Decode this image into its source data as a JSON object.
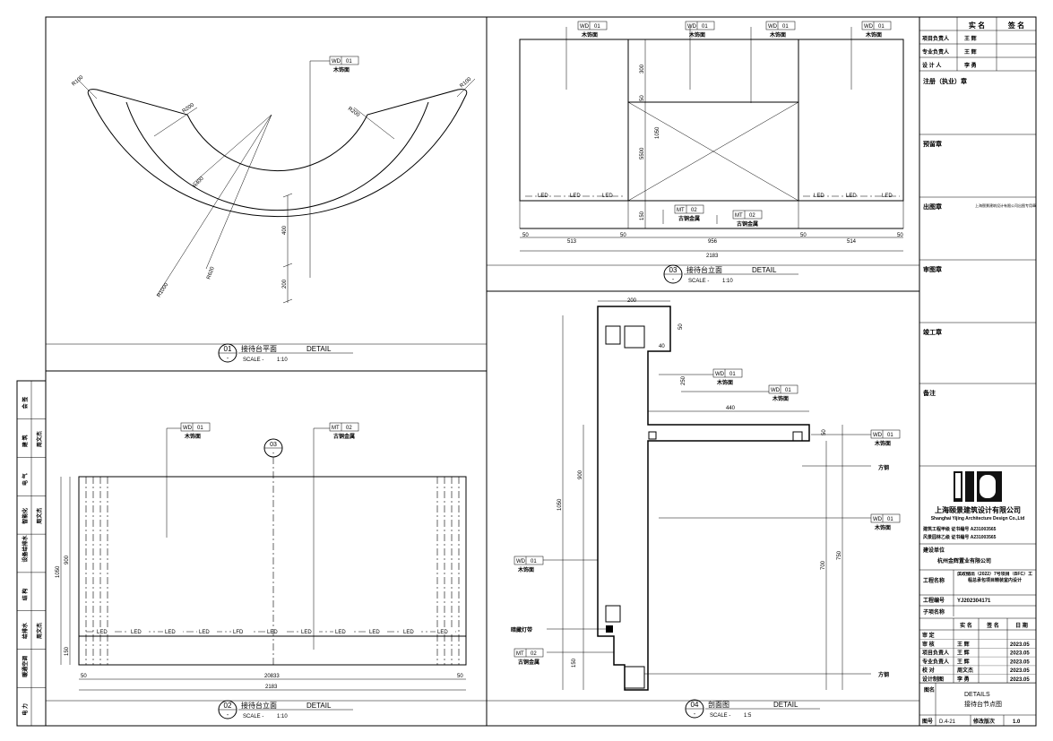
{
  "tags": {
    "wd": {
      "code": "WD",
      "num": "01",
      "label": "木饰面"
    },
    "mt": {
      "code": "MT",
      "num": "02",
      "label": "古铜金属"
    },
    "mt_alt_label": "古铜金属"
  },
  "plan": {
    "radii": [
      "R100",
      "R200",
      "R400",
      "R1000",
      "R200",
      "R100",
      "R620"
    ],
    "dims": [
      "400",
      "200"
    ]
  },
  "elev3": {
    "dims_v": [
      "300",
      "50",
      "5500",
      "1050",
      "150"
    ],
    "dims_h": [
      "50",
      "513",
      "50",
      "956",
      "50",
      "514",
      "50"
    ],
    "total": "2183",
    "led": "LED"
  },
  "elev2": {
    "dims_v": [
      "1050",
      "900",
      "150"
    ],
    "dims_h": [
      "50",
      "20833",
      "50"
    ],
    "total": "2183",
    "led": "LED",
    "led_alt": "LFD",
    "callout_num": "03",
    "callout_sub": "-"
  },
  "section": {
    "dims": [
      "200",
      "50",
      "40",
      "250",
      "440",
      "50",
      "900",
      "1050",
      "700",
      "750",
      "150"
    ],
    "notes": {
      "tube": "方钢",
      "strip": "暗藏灯带"
    }
  },
  "captions": [
    {
      "num": "01",
      "title": "接待台平面",
      "detail": "DETAIL",
      "scale_label": "SCALE -",
      "scale": "1:10",
      "sub": "-"
    },
    {
      "num": "02",
      "title": "接待台立面",
      "detail": "DETAIL",
      "scale_label": "SCALE -",
      "scale": "1:10",
      "sub": "-"
    },
    {
      "num": "03",
      "title": "接待台立面",
      "detail": "DETAIL",
      "scale_label": "SCALE -",
      "scale": "1:10",
      "sub": "-"
    },
    {
      "num": "04",
      "title": "剖面图",
      "detail": "DETAIL",
      "scale_label": "SCALE -",
      "scale": "1:5",
      "sub": "-"
    }
  ],
  "title_block": {
    "head": {
      "name": "实 名",
      "sign": "签 名"
    },
    "people": [
      {
        "role": "项目负责人",
        "name": "王 辉"
      },
      {
        "role": "专业负责人",
        "name": "王 辉"
      },
      {
        "role": "设 计 人",
        "name": "李 勇"
      }
    ],
    "seals": [
      "注册（执业）章",
      "预留章",
      "出图章",
      "审图章",
      "竣工章",
      "备注"
    ],
    "stamp_text": "上海颐景建筑设计有限公司出图专用章",
    "company_cn": "上海颐景建筑设计有限公司",
    "company_en": "Shanghai Yijing Architecture Design Co.,Ltd",
    "cert1": "建筑工程甲级  证书编号 A231003565",
    "cert2": "风景园林乙级  证书编号 A231003565",
    "client_label": "建设单位",
    "client": "杭州金辉置业有限公司",
    "project_label": "工程名称",
    "project": "滨政储出（2022）7号项目（BFC）工程总承包项目精装室内设计",
    "projno_label": "工程编号",
    "projno": "YJ202304171",
    "sub_label": "子项名称",
    "approvals_head": {
      "name": "实 名",
      "sign": "签 名",
      "date": "日 期"
    },
    "approvals": [
      {
        "role": "审 定",
        "name": "",
        "date": ""
      },
      {
        "role": "审 核",
        "name": "王 辉",
        "date": "2023.05"
      },
      {
        "role": "项目负责人",
        "name": "王 辉",
        "date": "2023.05"
      },
      {
        "role": "专业负责人",
        "name": "王 辉",
        "date": "2023.05"
      },
      {
        "role": "校 对",
        "name": "周文杰",
        "date": "2023.05"
      },
      {
        "role": "设计制图",
        "name": "李 勇",
        "date": "2023.05"
      }
    ],
    "drawing_label": "图名",
    "drawing_en": "DETAILS",
    "drawing_cn": "接待台节点图",
    "no_label": "图号",
    "no": "D.4-21",
    "rev_label": "修改版次",
    "rev": "1.0"
  },
  "sign_strip": {
    "rows": [
      {
        "role": "电 力",
        "name": ""
      },
      {
        "role": "暖通空调",
        "name": ""
      },
      {
        "role": "给排水",
        "name": "周文杰"
      },
      {
        "role": "结 构",
        "name": ""
      },
      {
        "role": "设备给排水",
        "name": ""
      },
      {
        "role": "智能化",
        "name": "周文杰"
      },
      {
        "role": "电 气",
        "name": ""
      },
      {
        "role": "建 筑",
        "name": "周文杰"
      },
      {
        "role": "会 签",
        "name": ""
      }
    ]
  }
}
